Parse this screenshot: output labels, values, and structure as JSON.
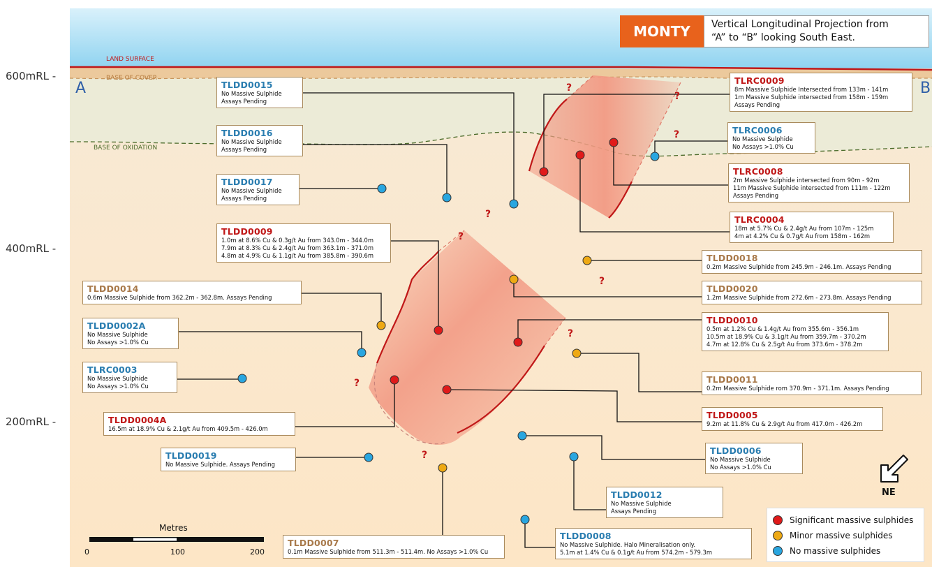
{
  "title": {
    "badge": "MONTY",
    "line1": "Vertical Longitudinal Projection from",
    "line2": "“A” to “B” looking South East."
  },
  "colors": {
    "sky": "#8fd3f0",
    "cover": "#e9c9a0",
    "oxidation_zone": "#ecebd8",
    "ground": "#fbe9d0",
    "significant": "#e01a1a",
    "minor": "#eea914",
    "none": "#29a6e0",
    "ore_body": "#f29a84",
    "badge": "#e8621c",
    "label_border": "#a98a5c"
  },
  "rl_labels": [
    "600mRL -",
    "400mRL -",
    "200mRL -"
  ],
  "section_ends": {
    "start": "A",
    "end": "B"
  },
  "surfaces": {
    "land": "LAND SURFACE",
    "cover": "BASE OF COVER",
    "oxidation": "BASE OF OXIDATION"
  },
  "holes": [
    {
      "id": "TLDD0015",
      "cls": "blue",
      "lines": [
        "No Massive Sulphide",
        "Assays Pending"
      ]
    },
    {
      "id": "TLDD0016",
      "cls": "blue",
      "lines": [
        "No Massive Sulphide",
        "Assays Pending"
      ]
    },
    {
      "id": "TLDD0017",
      "cls": "blue",
      "lines": [
        "No Massive Sulphide",
        "Assays Pending"
      ]
    },
    {
      "id": "TLDD0009",
      "cls": "red",
      "lines": [
        "1.0m at 8.6% Cu & 0.3g/t Au from 343.0m - 344.0m",
        "7.9m at 8.3% Cu & 2.4g/t Au from 363.1m - 371.0m",
        "4.8m at 4.9% Cu & 1.1g/t Au from 385.8m - 390.6m"
      ]
    },
    {
      "id": "TLDD0014",
      "cls": "tan",
      "lines": [
        "0.6m Massive Sulphide from 362.2m - 362.8m. Assays Pending"
      ]
    },
    {
      "id": "TLDD0002A",
      "cls": "blue",
      "lines": [
        "No Massive Sulphide",
        "No Assays >1.0% Cu"
      ]
    },
    {
      "id": "TLRC0003",
      "cls": "blue",
      "lines": [
        "No Massive Sulphide",
        "No Assays >1.0% Cu"
      ]
    },
    {
      "id": "TLDD0004A",
      "cls": "red",
      "lines": [
        "16.5m at 18.9% Cu & 2.1g/t Au from 409.5m - 426.0m"
      ]
    },
    {
      "id": "TLDD0019",
      "cls": "blue",
      "lines": [
        "No Massive Sulphide. Assays Pending"
      ]
    },
    {
      "id": "TLDD0007",
      "cls": "tan",
      "lines": [
        "0.1m Massive Sulphide from 511.3m - 511.4m. No Assays >1.0% Cu"
      ]
    },
    {
      "id": "TLRC0009",
      "cls": "red",
      "lines": [
        "8m Massive Sulphide Intersected from 133m - 141m",
        "1m Massive Sulphide intersected from 158m - 159m",
        "Assays Pending"
      ]
    },
    {
      "id": "TLRC0006",
      "cls": "blue",
      "lines": [
        "No Massive Sulphide",
        "No Assays >1.0% Cu"
      ]
    },
    {
      "id": "TLRC0008",
      "cls": "red",
      "lines": [
        "2m Massive Sulphide intersected from 90m - 92m",
        "11m Massive Sulphide intersected from 111m - 122m",
        "Assays Pending"
      ]
    },
    {
      "id": "TLRC0004",
      "cls": "red",
      "lines": [
        "18m at 5.7% Cu & 2.4g/t Au from 107m - 125m",
        "4m at 4.2% Cu & 0.7g/t Au from 158m - 162m"
      ]
    },
    {
      "id": "TLDD0018",
      "cls": "tan",
      "lines": [
        "0.2m Massive Sulphide from 245.9m - 246.1m. Assays Pending"
      ]
    },
    {
      "id": "TLDD0020",
      "cls": "tan",
      "lines": [
        "1.2m Massive Sulphide from 272.6m - 273.8m. Assays Pending"
      ]
    },
    {
      "id": "TLDD0010",
      "cls": "red",
      "lines": [
        "0.5m at 1.2% Cu & 1.4g/t Au from 355.6m - 356.1m",
        "10.5m at 18.9% Cu & 3.1g/t Au from 359.7m - 370.2m",
        "4.7m at 12.8% Cu & 2.5g/t Au from 373.6m - 378.2m"
      ]
    },
    {
      "id": "TLDD0011",
      "cls": "tan",
      "lines": [
        "0.2m Massive Sulphide rom 370.9m - 371.1m. Assays Pending"
      ]
    },
    {
      "id": "TLDD0005",
      "cls": "red",
      "lines": [
        "9.2m at 11.8% Cu & 2.9g/t Au from 417.0m - 426.2m"
      ]
    },
    {
      "id": "TLDD0006",
      "cls": "blue",
      "lines": [
        "No Massive Sulphide",
        "No Assays >1.0% Cu"
      ]
    },
    {
      "id": "TLDD0012",
      "cls": "blue",
      "lines": [
        "No Massive Sulphide",
        "Assays Pending"
      ]
    },
    {
      "id": "TLDD0008",
      "cls": "blue",
      "lines": [
        "No Massive Sulphide. Halo Mineralisation only.",
        "5.1m at 1.4% Cu & 0.1g/t Au from 574.2m - 579.3m"
      ]
    }
  ],
  "scale_bar": {
    "title": "Metres",
    "ticks": [
      "0",
      "100",
      "200"
    ]
  },
  "north": {
    "label": "NE",
    "icon": "arrow-down-left-icon"
  },
  "legend": [
    {
      "label": "Significant massive sulphides",
      "color": "#e01a1a"
    },
    {
      "label": "Minor massive sulphides",
      "color": "#eea914"
    },
    {
      "label": "No massive sulphides",
      "color": "#29a6e0"
    }
  ],
  "question_mark": "?"
}
